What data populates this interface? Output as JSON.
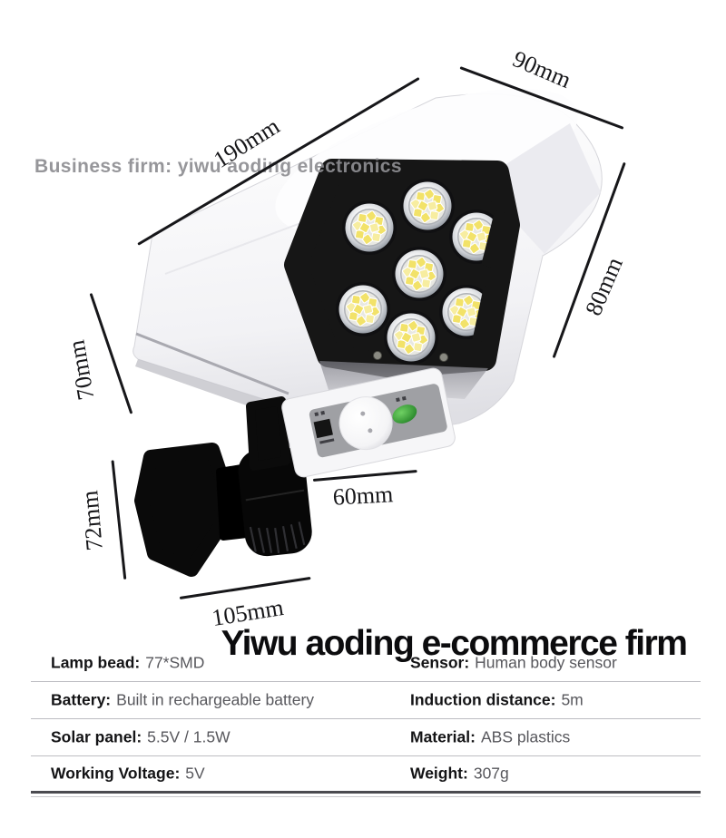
{
  "watermark": "Business firm: yiwu aoding electronics",
  "title": "Yiwu aoding e-commerce firm",
  "dimensions": {
    "top_width": "90mm",
    "body_length": "190mm",
    "rear_diameter": "70mm",
    "head_height": "80mm",
    "bracket_height": "72mm",
    "sensor_width": "60mm",
    "bracket_length": "105mm"
  },
  "specs": {
    "rows": [
      {
        "left_label": "Lamp bead:",
        "left_value": "77*SMD",
        "right_label": "Sensor:",
        "right_value": "Human body sensor"
      },
      {
        "left_label": "Battery:",
        "left_value": "Built in rechargeable battery",
        "right_label": "Induction distance:",
        "right_value": "5m"
      },
      {
        "left_label": "Solar panel:",
        "left_value": "5.5V / 1.5W",
        "right_label": "Material:",
        "right_value": "ABS plastics"
      },
      {
        "left_label": "Working Voltage:",
        "left_value": "5V",
        "right_label": "Weight:",
        "right_value": "307g"
      }
    ]
  },
  "colors": {
    "led_chip": "#f2e269",
    "indicator_green": "#2f9330",
    "annotation_ink": "#17171a",
    "watermark_gray": "#8e8e92"
  }
}
